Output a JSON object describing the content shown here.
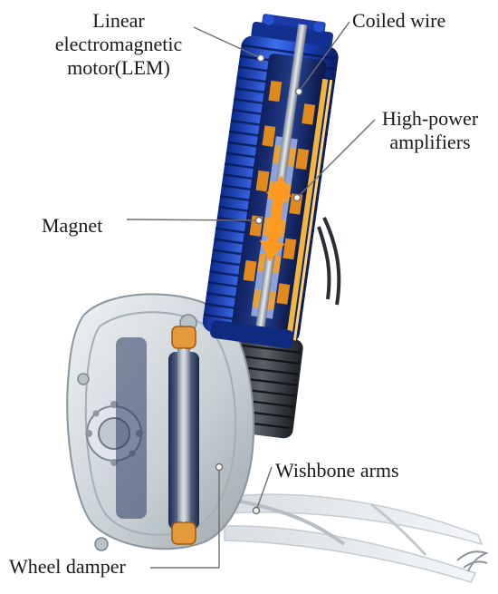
{
  "labels": {
    "lem_line1": "Linear",
    "lem_line2": "electromagnetic",
    "lem_line3": "motor(LEM)",
    "coiled_wire": "Coiled wire",
    "amp_line1": "High-power",
    "amp_line2": "amplifiers",
    "magnet": "Magnet",
    "wishbone_arms": "Wishbone arms",
    "wheel_damper": "Wheel damper"
  },
  "colors": {
    "motor_blue": "#1d47c8",
    "motor_dark": "#0c1f6e",
    "coil_orange": "#e08a1e",
    "hub_grey": "#c8d0d4",
    "bellows_grey": "#3a3f44",
    "leader_line": "#6e6e6e"
  }
}
